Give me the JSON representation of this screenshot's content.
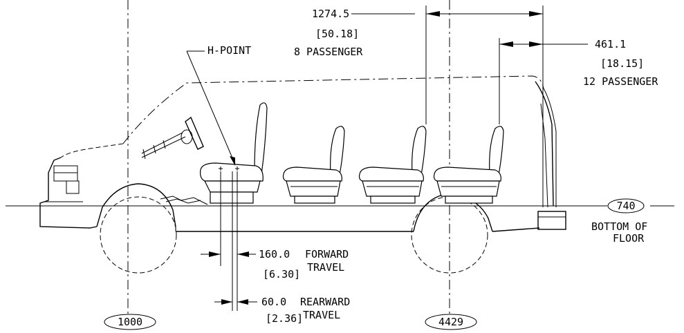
{
  "dimensions": {
    "overall": {
      "mm": "1274.5",
      "in": "[50.18]",
      "caption": "8 PASSENGER"
    },
    "rear": {
      "mm": "461.1",
      "in": "[18.15]",
      "caption": "12 PASSENGER"
    },
    "forward": {
      "mm": "160.0",
      "caption": "FORWARD",
      "in": "[6.30]",
      "caption2": "TRAVEL"
    },
    "rearward": {
      "mm": "60.0",
      "caption": "REARWARD",
      "in": "[2.36]",
      "caption2": "TRAVEL"
    }
  },
  "labels": {
    "h_point": "H-POINT",
    "floor_line1": "BOTTOM OF",
    "floor_line2": "FLOOR"
  },
  "reference_tags": {
    "front_axle": "1000",
    "rear_axle": "4429",
    "floor": "740"
  }
}
